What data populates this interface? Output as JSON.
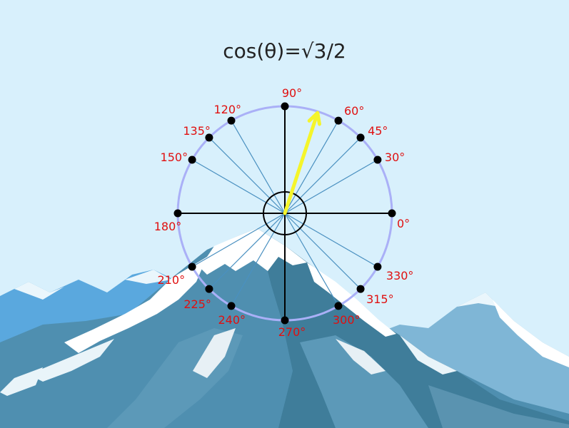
{
  "title": "cos(θ)=√3/2",
  "colors": {
    "sky": "#d8f0fc",
    "circle": "#aab0f7",
    "spoke": "#4a90c0",
    "axis": "#000000",
    "label": "#e01010",
    "arrow": "#f5f52a"
  },
  "unit_circle": {
    "angles": [
      {
        "deg": 0,
        "label": "0°"
      },
      {
        "deg": 30,
        "label": "30°"
      },
      {
        "deg": 45,
        "label": "45°"
      },
      {
        "deg": 60,
        "label": "60°"
      },
      {
        "deg": 90,
        "label": "90°"
      },
      {
        "deg": 120,
        "label": "120°"
      },
      {
        "deg": 135,
        "label": "135°"
      },
      {
        "deg": 150,
        "label": "150°"
      },
      {
        "deg": 180,
        "label": "180°"
      },
      {
        "deg": 210,
        "label": "210°"
      },
      {
        "deg": 225,
        "label": "225°"
      },
      {
        "deg": 240,
        "label": "240°"
      },
      {
        "deg": 270,
        "label": "270°"
      },
      {
        "deg": 300,
        "label": "300°"
      },
      {
        "deg": 315,
        "label": "315°"
      },
      {
        "deg": 330,
        "label": "330°"
      }
    ],
    "pointer_angle_deg": 72
  }
}
